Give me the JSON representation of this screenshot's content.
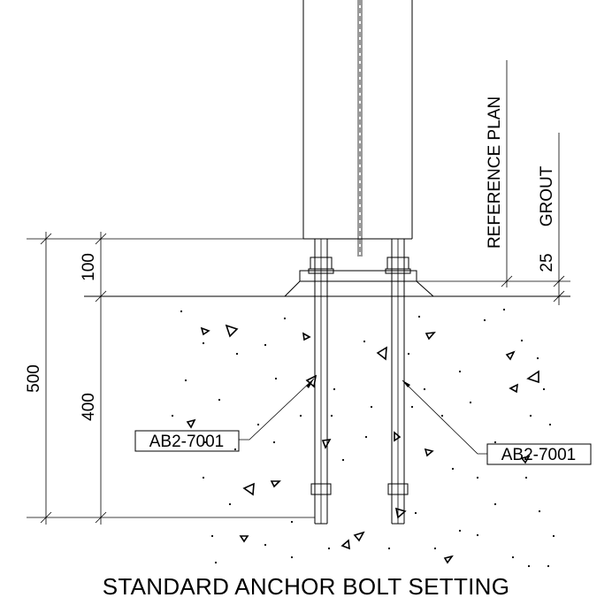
{
  "caption": "STANDARD ANCHOR BOLT SETTING",
  "labels": {
    "reference_plan": "REFERENCE PLAN",
    "grout": "GROUT",
    "grout_dim": "25",
    "dim_total": "500",
    "dim_top": "100",
    "dim_embed": "400",
    "bolt_left": "AB2-7001",
    "bolt_right": "AB2-7001"
  }
}
